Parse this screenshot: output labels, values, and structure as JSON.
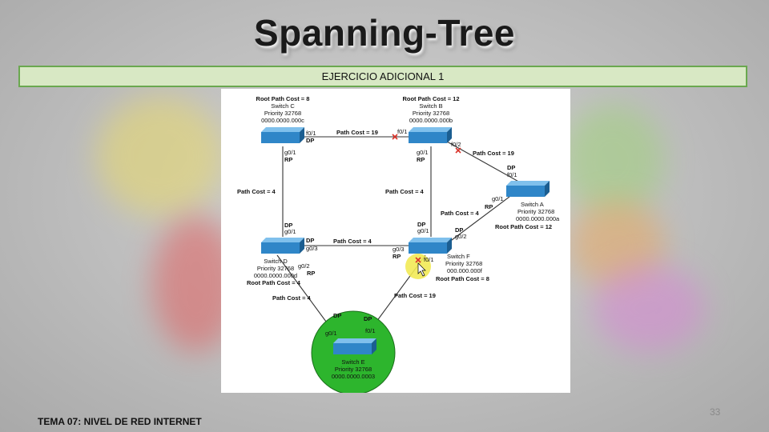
{
  "title": "Spanning-Tree",
  "subtitle": "EJERCICIO ADICIONAL 1",
  "footer": "TEMA 07: NIVEL DE RED INTERNET",
  "page_number": "33",
  "switches": {
    "c": {
      "root_cost": "Root Path Cost = 8",
      "name": "Switch C",
      "priority": "Priority 32768",
      "mac": "0000.0000.000c"
    },
    "b": {
      "root_cost": "Root Path Cost = 12",
      "name": "Switch B",
      "priority": "Priority 32768",
      "mac": "0000.0000.000b"
    },
    "a": {
      "name": "Switch A",
      "priority": "Priority 32768",
      "mac": "0000.0000.000a",
      "root_cost": "Root Path Cost = 12"
    },
    "d": {
      "name": "Switch D",
      "priority": "Priority 32768",
      "mac": "0000.0000.000d",
      "root_cost": "Root Path Cost = 4"
    },
    "f": {
      "name": "Switch F",
      "priority": "Priority 32768",
      "mac": "000.000.000f",
      "root_cost": "Root Path Cost = 8"
    },
    "e": {
      "name": "Switch E",
      "priority": "Priority 32768",
      "mac": "0000.0000.0003"
    }
  },
  "links": {
    "cb_cost": "Path Cost = 19",
    "ba_cost": "Path Cost = 19",
    "cd_cost": "Path Cost = 4",
    "bf_cost": "Path Cost = 4",
    "fa_cost": "Path Cost = 4",
    "df_cost": "Path Cost = 4",
    "de_cost": "Path Cost = 4",
    "fe_cost": "Path Cost = 19"
  },
  "ports": {
    "c_f01": "f0/1",
    "c_dp": "DP",
    "c_g01": "g0/1",
    "c_rp": "RP",
    "b_f01": "f0/1",
    "b_f02": "f0/2",
    "b_g01": "g0/1",
    "b_rp": "RP",
    "a_dp": "DP",
    "a_f01": "f0/1",
    "a_g01": "g0/1",
    "a_rp": "RP",
    "d_dp_top": "DP",
    "d_g01": "g0/1",
    "d_dp_right": "DP",
    "d_g03": "g0/3",
    "d_g02": "g0/2",
    "d_rp": "RP",
    "f_dp_top": "DP",
    "f_g01": "g0/1",
    "f_dp_right": "DP",
    "f_g02": "g0/2",
    "f_g03": "g0/3",
    "f_rp": "RP",
    "f_f01": "f0/1",
    "e_dp_left": "DP",
    "e_dp_right": "DP",
    "e_g01": "g0/1",
    "e_f01": "f0/1"
  },
  "colors": {
    "accent_green": "#6aa84f",
    "root_bridge_fill": "#2db52d",
    "switch_blue": "#2f86c8",
    "blocked_x": "#d9332a",
    "cursor_highlight": "#f2ea55"
  }
}
